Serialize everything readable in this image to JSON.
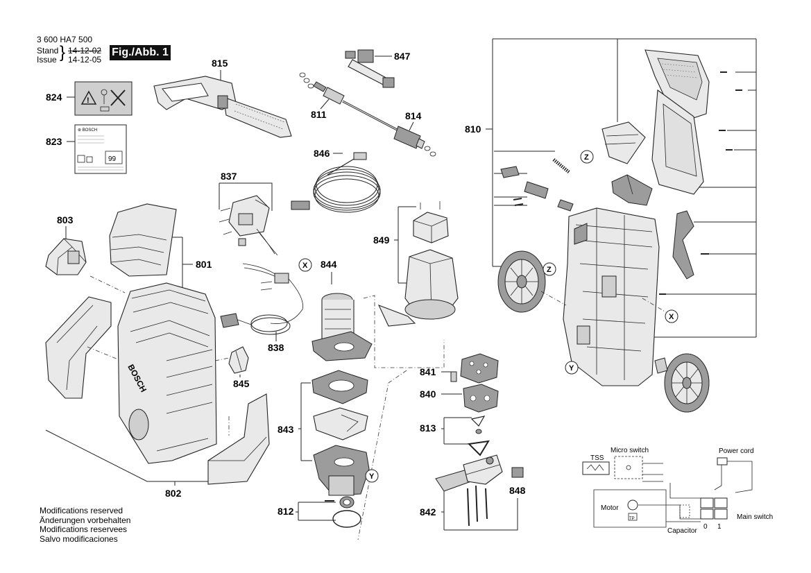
{
  "header": {
    "article_number": "3 600 HA7 500",
    "stand_label": "Stand",
    "issue_label": "Issue",
    "stand_date": "14-12-02",
    "issue_date": "14-12-05",
    "figure_label": "Fig./Abb. 1"
  },
  "notes": [
    "Modifications reserved",
    "Änderungen vorbehalten",
    "Modifications reservees",
    "Salvo modificaciones"
  ],
  "parts": {
    "p801": "801",
    "p802": "802",
    "p803": "803",
    "p810": "810",
    "p811": "811",
    "p812": "812",
    "p813": "813",
    "p814": "814",
    "p815": "815",
    "p823": "823",
    "p824": "824",
    "p837": "837",
    "p838": "838",
    "p840": "840",
    "p841": "841",
    "p842": "842",
    "p843": "843",
    "p844": "844",
    "p845": "845",
    "p846": "846",
    "p847": "847",
    "p848": "848",
    "p849": "849"
  },
  "connectors": {
    "x": "X",
    "y": "Y",
    "z": "Z"
  },
  "label_823": {
    "brand": "⊛ BOSCH",
    "value": "99"
  },
  "wiring": {
    "tss": "TSS",
    "micro_switch": "Micro switch",
    "power_cord": "Power cord",
    "motor": "Motor",
    "main_switch": "Main switch",
    "capacitor": "Capacitor",
    "pos_0": "0",
    "pos_1": "1",
    "tp": "TP"
  },
  "housing_logo": "BOSCH"
}
